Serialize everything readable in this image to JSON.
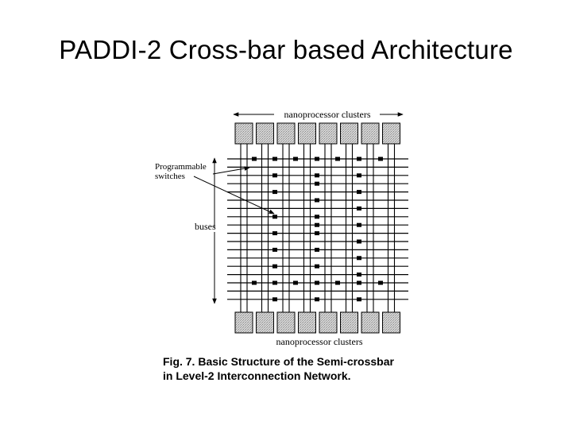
{
  "slide": {
    "title": "PADDI-2 Cross-bar based Architecture"
  },
  "figure": {
    "top_label": "nanoprocessor clusters",
    "bottom_label": "nanoprocessor clusters",
    "switches_label_line1": "Programmable",
    "switches_label_line2": "switches",
    "buses_label": "buses",
    "caption_line1": "Fig. 7.   Basic Structure of the Semi-crossbar",
    "caption_line2": "in Level-2 Interconnection Network.",
    "top_cluster_count": 8,
    "bottom_cluster_count": 8,
    "bus_count": 18,
    "colors": {
      "cluster_fill": "#cfcfcf",
      "line": "#000000"
    }
  }
}
